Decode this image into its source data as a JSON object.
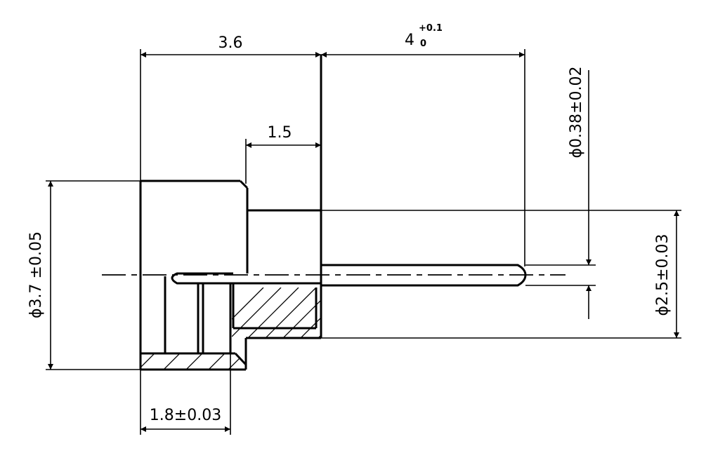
{
  "dimensions": {
    "overall_length": "3.6",
    "pin_length": "4",
    "pin_tol_upper": "+0.1",
    "pin_tol_lower": "0",
    "shoulder_length": "1.5",
    "pin_diameter": "ϕ0.38±0.02",
    "head_diameter": "ϕ3.7 ±0.05",
    "shoulder_diameter": "ϕ2.5±0.03",
    "bore_depth": "1.8±0.03"
  }
}
